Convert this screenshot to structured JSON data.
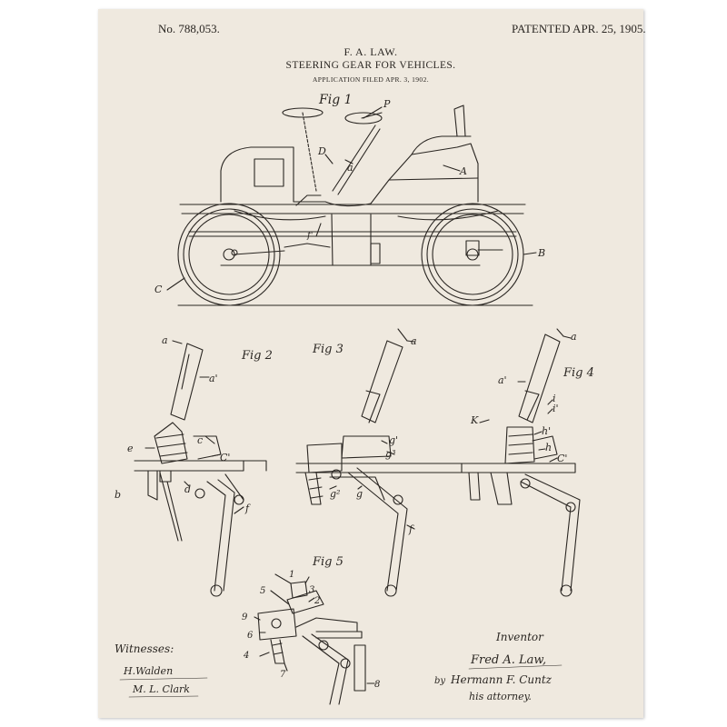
{
  "header": {
    "patent_no": "No. 788,053.",
    "patent_date": "PATENTED APR. 25, 1905.",
    "inventor": "F. A. LAW.",
    "title": "STEERING GEAR FOR VEHICLES.",
    "filed": "APPLICATION FILED APR. 3, 1902."
  },
  "figures": {
    "fig1": {
      "title": "Fig 1",
      "labels": [
        "P",
        "D",
        "a",
        "A",
        "f'",
        "B",
        "C"
      ]
    },
    "fig2": {
      "title": "Fig 2",
      "labels": [
        "a",
        "a'",
        "c",
        "e",
        "C'",
        "b",
        "d",
        "f"
      ]
    },
    "fig3": {
      "title": "Fig 3",
      "labels": [
        "a",
        "g'",
        "g³",
        "g²",
        "g",
        "f"
      ]
    },
    "fig4": {
      "title": "Fig 4",
      "labels": [
        "a",
        "a'",
        "K",
        "i",
        "i'",
        "h'",
        "h",
        "C'"
      ]
    },
    "fig5": {
      "title": "Fig 5",
      "labels": [
        "1",
        "3",
        "5",
        "2",
        "9",
        "6",
        "4",
        "7",
        "8"
      ]
    }
  },
  "signatures": {
    "witnesses_label": "Witnesses:",
    "witness_1": "H.Walden",
    "witness_2": "M. L. Clark",
    "inventor_label": "Inventor",
    "inventor_name": "Fred A. Law,",
    "by": "by",
    "attorney_name": "Hermann F. Cuntz",
    "attorney_label": "his attorney."
  },
  "colors": {
    "paper": "#efe9df",
    "ink": "#2a2622",
    "background": "#ffffff"
  }
}
